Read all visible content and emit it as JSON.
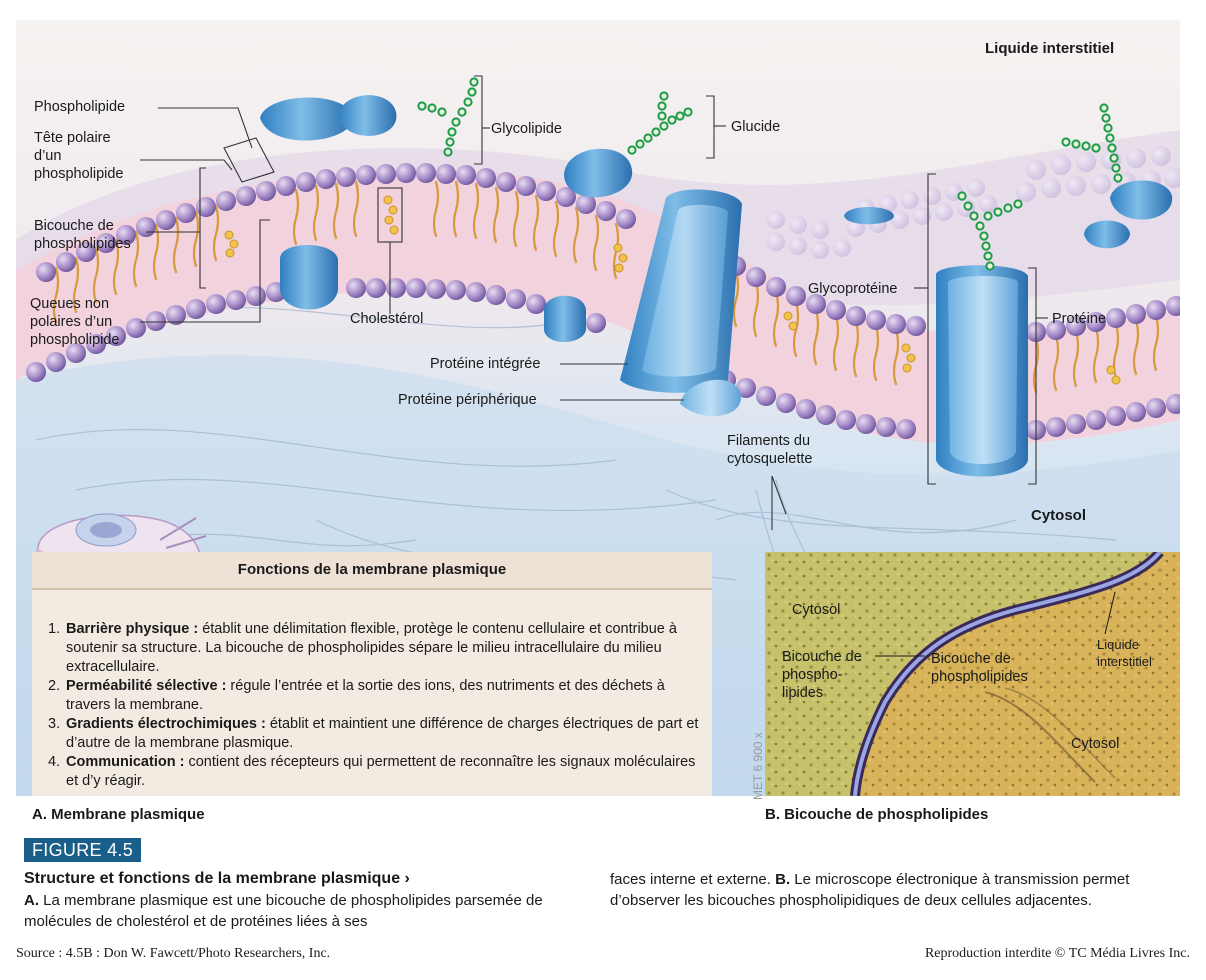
{
  "diagram": {
    "region_labels": {
      "extracellular": "Liquide interstitiel",
      "cytosol": "Cytosol"
    },
    "labels": {
      "phospholipid": "Phospholipide",
      "polar_head": "Tête polaire\nd’un\nphospholipide",
      "bilayer": "Bicouche de\nphospholipides",
      "tails": "Queues non\npolaires d’un\nphospholipide",
      "cholesterol": "Cholestérol",
      "glycolipid": "Glycolipide",
      "carbohydrate": "Glucide",
      "integral_protein": "Protéine intégrée",
      "peripheral_protein": "Protéine périphérique",
      "glycoprotein": "Glycoprotéine",
      "protein": "Protéine",
      "cytoskeleton": "Filaments du\ncytosquelette"
    }
  },
  "functions": {
    "title": "Fonctions de la membrane plasmique",
    "items": [
      {
        "num": "1.",
        "name": "Barrière physique :",
        "text": " établit une délimitation flexible, protège le contenu cellulaire et contribue à soutenir sa structure. La bicouche de phospholipides sépare le milieu intracellulaire du milieu extracellulaire."
      },
      {
        "num": "2.",
        "name": "Perméabilité sélective :",
        "text": " régule l’entrée et la sortie des ions, des nutriments et des déchets à travers la membrane."
      },
      {
        "num": "3.",
        "name": "Gradients électrochimiques :",
        "text": " établit et maintient une différence de charges électriques de part et d’autre de la membrane plasmique."
      },
      {
        "num": "4.",
        "name": "Communication :",
        "text": " contient des récepteurs qui permettent de reconnaître les signaux moléculaires et d’y réagir."
      }
    ]
  },
  "micrograph": {
    "labels": {
      "cytosol_top": "Cytosol",
      "bilayer_left": "Bicouche de\nphospho-\nlipides",
      "bilayer_mid": "Bicouche de\nphospholipides",
      "interstitial": "Liquide\ninterstitiel",
      "cytosol_bottom": "Cytosol"
    },
    "magnification": "MET 6 900 x"
  },
  "captions": {
    "panel_a": "A. Membrane plasmique",
    "panel_b": "B. Bicouche de phospholipides"
  },
  "figure": {
    "number": "FIGURE 4.5",
    "title": "Structure et fonctions de la membrane plasmique  ›",
    "text_left_a": "A.",
    "text_left": " La membrane plasmique est une bicouche de phospholipides parsemée de molécules de cholestérol et de protéines liées à ses",
    "text_right": "faces interne et externe. ",
    "text_right_b": "B.",
    "text_right_2": " Le microscope électronique à transmission permet d’observer les bicouches phospholipidiques de deux cellules adjacentes."
  },
  "footer": {
    "source": "Source : 4.5B : Don W. Fawcett/Photo Researchers, Inc.",
    "rights": "Reproduction interdite © TC Média Livres Inc."
  }
}
